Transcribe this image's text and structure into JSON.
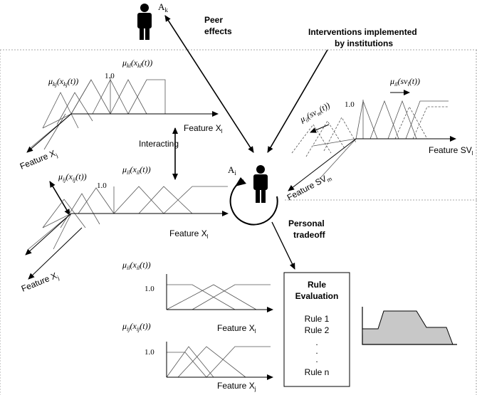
{
  "agents": {
    "ak_label": "A",
    "ak_sub": "k",
    "ai_label": "A",
    "ai_sub": "i"
  },
  "annotations": {
    "peer_effects_line1": "Peer",
    "peer_effects_line2": "effects",
    "interventions_line1": "Interventions implemented",
    "interventions_line2": "by institutions",
    "interacting": "Interacting",
    "personal_line1": "Personal",
    "personal_line2": "tradeoff"
  },
  "panels": {
    "top_left": {
      "mu_kj": "μ",
      "mu_kj_sub": "kj",
      "mu_kj_arg": "(x",
      "mu_kj_arg_sub": "kj",
      "mu_kj_tail": "(t))",
      "mu_kl": "μ",
      "mu_kl_sub": "kl",
      "mu_kl_arg": "(x",
      "mu_kl_arg_sub": "kl",
      "mu_kl_tail": "(t))",
      "one": "1.0",
      "feature_xl": "Feature X",
      "feature_xl_sub": "l",
      "feature_xj": "Feature X",
      "feature_xj_sub": "j"
    },
    "mid_left": {
      "mu_ij": "μ",
      "mu_ij_sub": "ij",
      "mu_ij_arg": "(x",
      "mu_ij_arg_sub": "ij",
      "mu_ij_tail": "(t))",
      "mu_il": "μ",
      "mu_il_sub": "il",
      "mu_il_arg": "(x",
      "mu_il_arg_sub": "il",
      "mu_il_tail": "(t))",
      "one": "1.0",
      "feature_xi": "Feature X",
      "feature_xi_sub": "l",
      "feature_xj": "Feature X",
      "feature_xj_sub": "j"
    },
    "right": {
      "mu_im": "μ",
      "mu_im_sub": "il",
      "mu_im_arg": "(sv",
      "mu_im_arg_sub": "m",
      "mu_im_tail": "(t))",
      "mu_il": "μ",
      "mu_il_sub": "il",
      "mu_il_arg": "(sv",
      "mu_il_arg_sub": "l",
      "mu_il_tail": "(t))",
      "one": "1.0",
      "feature_svl": "Feature SV",
      "feature_svl_sub": "l",
      "feature_svm": "Feature SV",
      "feature_svm_sub": "m"
    },
    "bottom_1": {
      "mu": "μ",
      "mu_sub": "il",
      "arg": "(x",
      "arg_sub": "il",
      "tail": "(t))",
      "one": "1.0",
      "feature": "Feature X",
      "feature_sub": "l"
    },
    "bottom_2": {
      "mu": "μ",
      "mu_sub": "ij",
      "arg": "(x",
      "arg_sub": "ij",
      "tail": "(t))",
      "one": "1.0",
      "feature": "Feature X",
      "feature_sub": "j"
    }
  },
  "rule_box": {
    "title_line1": "Rule",
    "title_line2": "Evaluation",
    "rules": [
      "Rule 1",
      "Rule 2",
      ".",
      ".",
      ".",
      "Rule n"
    ]
  },
  "colors": {
    "ink": "#000000",
    "output_fill": "#c8c8c8",
    "dashed_frame": "#8a8a8a"
  }
}
